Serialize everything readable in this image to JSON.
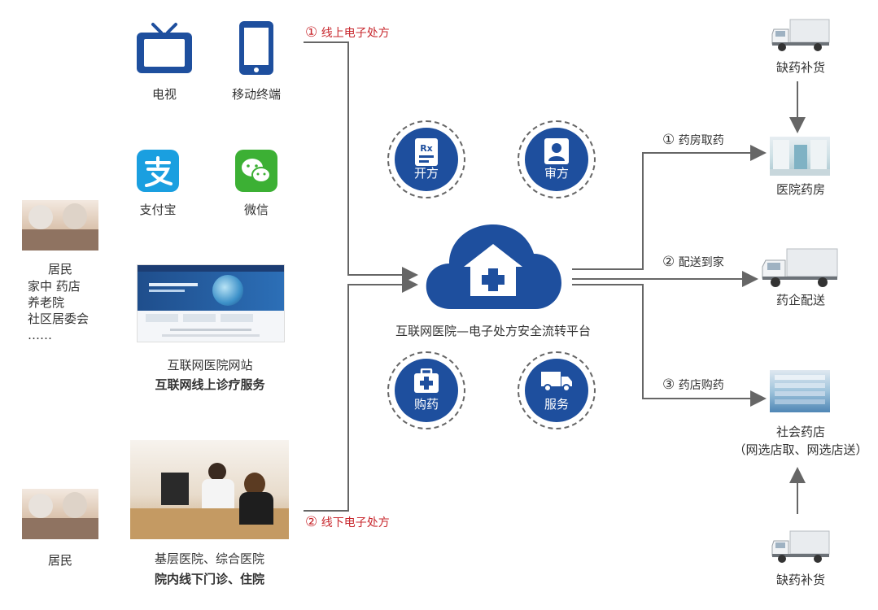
{
  "left": {
    "tv_label": "电视",
    "mobile_label": "移动终端",
    "alipay_label": "支付宝",
    "wechat_label": "微信",
    "website_line1": "互联网医院网站",
    "website_line2": "互联网线上诊疗服务",
    "hospital_line1": "基层医院、综合医院",
    "hospital_line2": "院内线下门诊、住院",
    "resident_top_title": "居民",
    "resident_top_lines": [
      "家中 药店",
      "养老院",
      "社区居委会",
      "……"
    ],
    "resident_bottom": "居民"
  },
  "flows": {
    "online_rx": "线上电子处方",
    "offline_rx": "线下电子处方",
    "pharmacy_pickup": "药房取药",
    "delivery_home": "配送到家",
    "store_buy": "药店购药",
    "num1": "①",
    "num2": "②",
    "num3": "③"
  },
  "center": {
    "platform_label": "互联网医院—电子处方安全流转平台",
    "btn_prescribe": "开方",
    "btn_review": "审方",
    "btn_buy": "购药",
    "btn_service": "服务",
    "rx_glyph": "Rx"
  },
  "right": {
    "restock_top": "缺药补货",
    "hospital_pharmacy": "医院药房",
    "pharma_delivery": "药企配送",
    "social_pharmacy": "社会药店",
    "social_pharmacy_sub": "（网选店取、网选店送）",
    "restock_bottom": "缺药补货"
  },
  "colors": {
    "brand_blue": "#1e4f9e",
    "flow_red": "#c8282e",
    "line_gray": "#666666"
  }
}
